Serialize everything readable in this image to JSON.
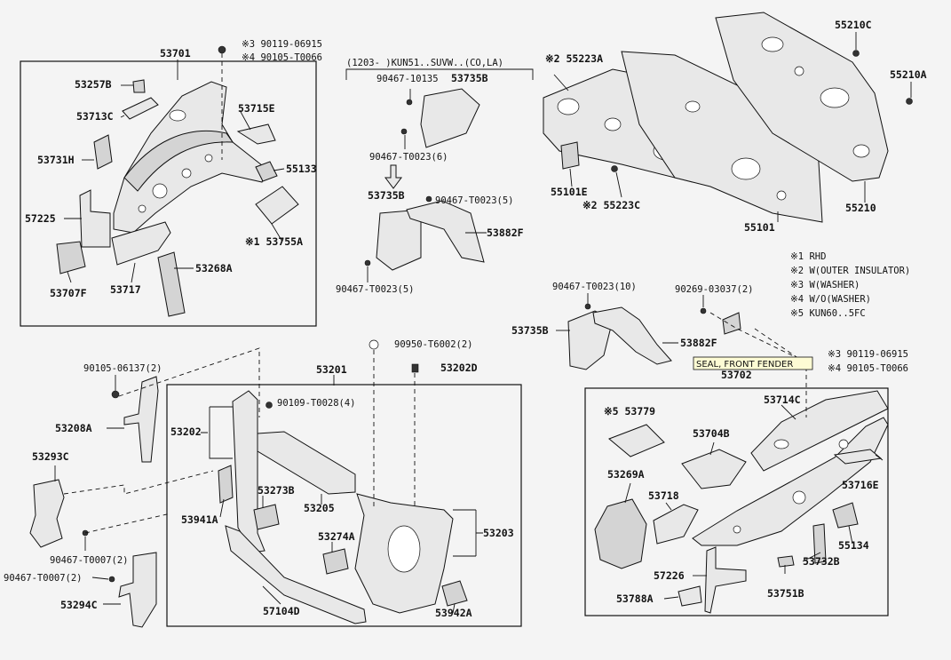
{
  "labels": {
    "l53701": "53701",
    "l53257b": "53257B",
    "l53713c": "53713C",
    "l53731h": "53731H",
    "l57225": "57225",
    "l53707f": "53707F",
    "l53717": "53717",
    "l53268a": "53268A",
    "l53755a": "※1 53755A",
    "l55133": "55133",
    "l53715e": "53715E",
    "l90119_top": "※3 90119-06915",
    "l90105_top": "※4 90105-T0066",
    "l_kun": "(1203-      )KUN51..SUVW..(CO,LA)",
    "l90467_10135": "90467-10135",
    "l53735b_top": "53735B",
    "l90467_t0023_6": "90467-T0023(6)",
    "l53735b_mid": "53735B",
    "l90467_t0023_5a": "90467-T0023(5)",
    "l53882f_top": "53882F",
    "l90467_t0023_5b": "90467-T0023(5)",
    "l55223a": "※2 55223A",
    "l55101e": "55101E",
    "l55223c": "※2 55223C",
    "l55101": "55101",
    "l55210c": "55210C",
    "l55210a": "55210A",
    "l55210": "55210",
    "n1": "※1 RHD",
    "n2": "※2 W(OUTER INSULATOR)",
    "n3": "※3 W(WASHER)",
    "n4": "※4 W/O(WASHER)",
    "n5": "※5 KUN60..5FC",
    "l90467_t0023_10": "90467-T0023(10)",
    "l90269": "90269-03037(2)",
    "l53735b_low": "53735B",
    "l53882f_low": "53882F",
    "highlight": "SEAL, FRONT FENDER",
    "l90119_right": "※3 90119-06915",
    "l90105_right": "※4 90105-T0066",
    "l53702": "53702",
    "l53779": "※5 53779",
    "l53714c": "53714C",
    "l53704b": "53704B",
    "l53269a": "53269A",
    "l53718": "53718",
    "l53716e": "53716E",
    "l55134": "55134",
    "l53732b": "53732B",
    "l57226": "57226",
    "l53751b": "53751B",
    "l53788a": "53788A",
    "l90105_06137": "90105-06137(2)",
    "l53208a": "53208A",
    "l53293c": "53293C",
    "l90467_t0007_a": "90467-T0007(2)",
    "l90467_t0007_b": "90467-T0007(2)",
    "l53294c": "53294C",
    "l53201": "53201",
    "l53202": "53202",
    "l90109": "90109-T0028(4)",
    "l90950": "90950-T6002(2)",
    "l53202d": "53202D",
    "l53941a": "53941A",
    "l53273b": "53273B",
    "l53205": "53205",
    "l53274a": "53274A",
    "l53203": "53203",
    "l57104d": "57104D",
    "l53942a": "53942A"
  }
}
